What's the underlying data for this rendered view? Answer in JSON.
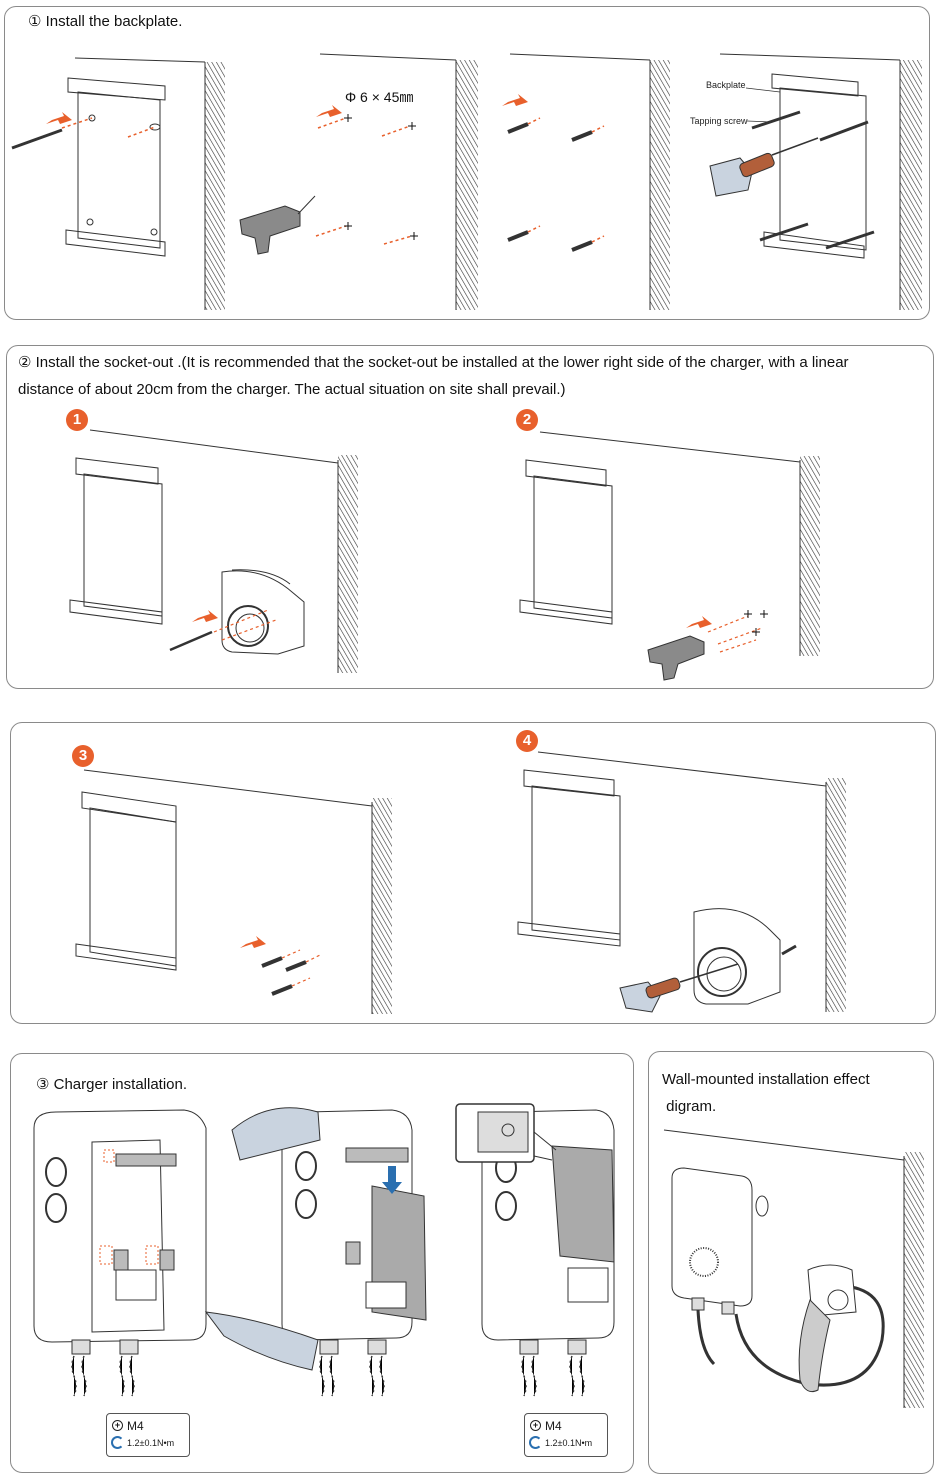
{
  "sections": {
    "backplate": {
      "title": "① Install the backplate.",
      "drill_spec": "Φ 6 × 45㎜",
      "label_backplate": "Backplate",
      "label_tapping_screw": "Tapping screw"
    },
    "socket_out": {
      "title_line1": "② Install the socket-out .(It is recommended that the socket-out be installed at the lower right side of the charger, with a linear",
      "title_line2": "distance of about 20cm from the charger. The actual situation on site shall prevail.)",
      "steps": [
        "1",
        "2",
        "3",
        "4"
      ]
    },
    "charger": {
      "title": "③ Charger installation.",
      "spec_screw": "M4",
      "spec_torque": "1.2±0.1N•m"
    },
    "effect": {
      "title_line1": "Wall-mounted installation effect",
      "title_line2": " digram."
    }
  },
  "colors": {
    "accent_orange": "#e8602c",
    "arrow_blue": "#2a6fb0",
    "line_gray": "#555555",
    "panel_border": "#8a8a8a"
  }
}
